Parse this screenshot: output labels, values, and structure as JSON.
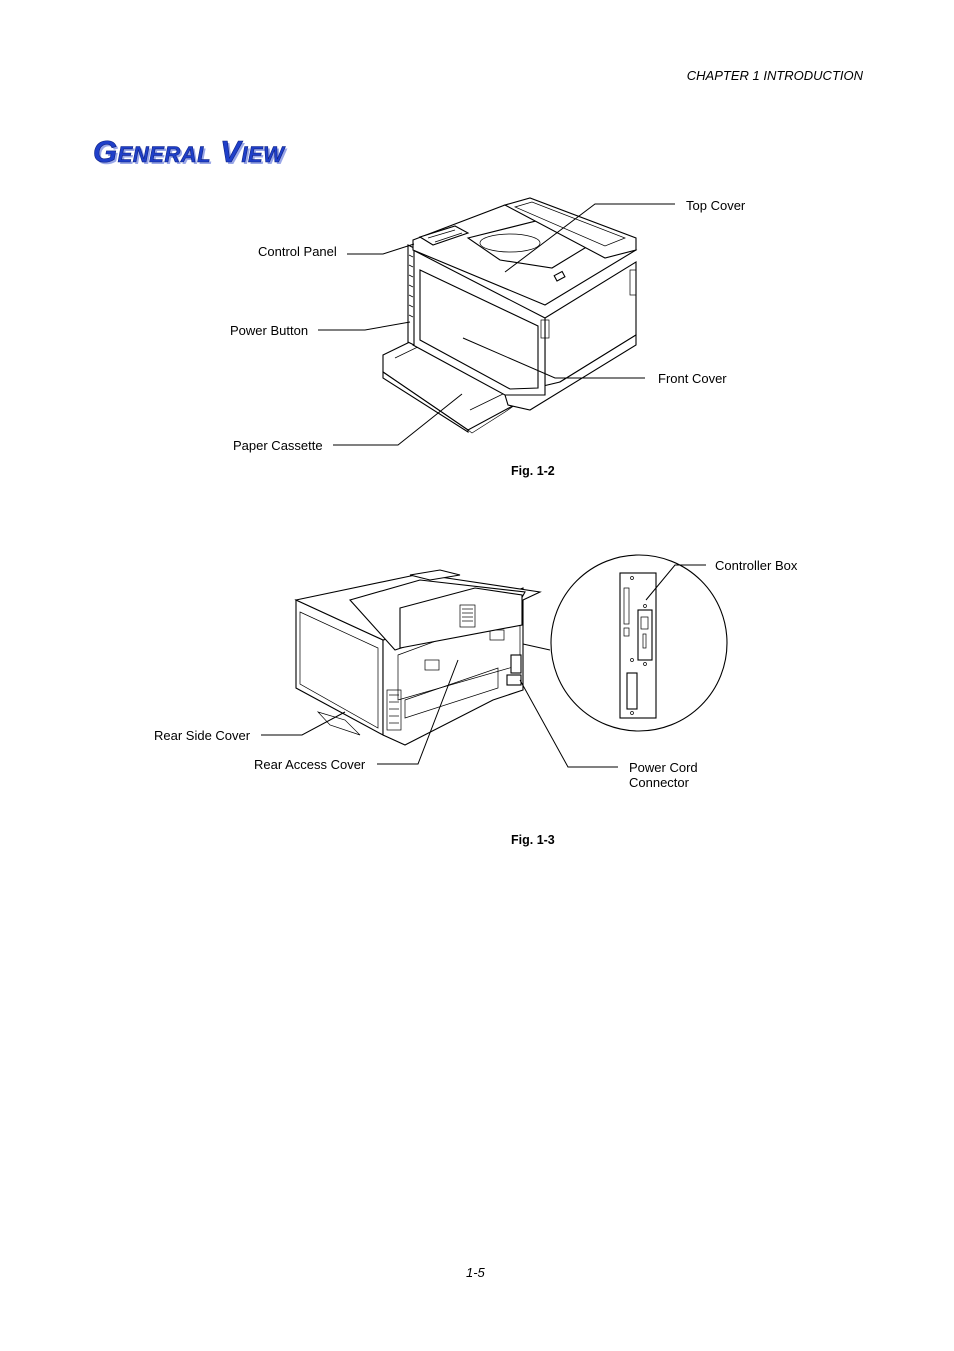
{
  "header": {
    "chapter": "CHAPTER 1 INTRODUCTION"
  },
  "title": "General View",
  "figure1": {
    "labels": {
      "top_cover": "Top Cover",
      "control_panel": "Control Panel",
      "power_button": "Power Button",
      "front_cover": "Front Cover",
      "paper_cassette": "Paper Cassette"
    },
    "caption": "Fig. 1-2"
  },
  "figure2": {
    "labels": {
      "controller_box": "Controller Box",
      "rear_side_cover": "Rear Side Cover",
      "rear_access_cover": "Rear Access Cover",
      "power_cord_connector_line1": "Power Cord",
      "power_cord_connector_line2": "Connector"
    },
    "caption": "Fig. 1-3"
  },
  "footer": {
    "page_number": "1-5"
  }
}
